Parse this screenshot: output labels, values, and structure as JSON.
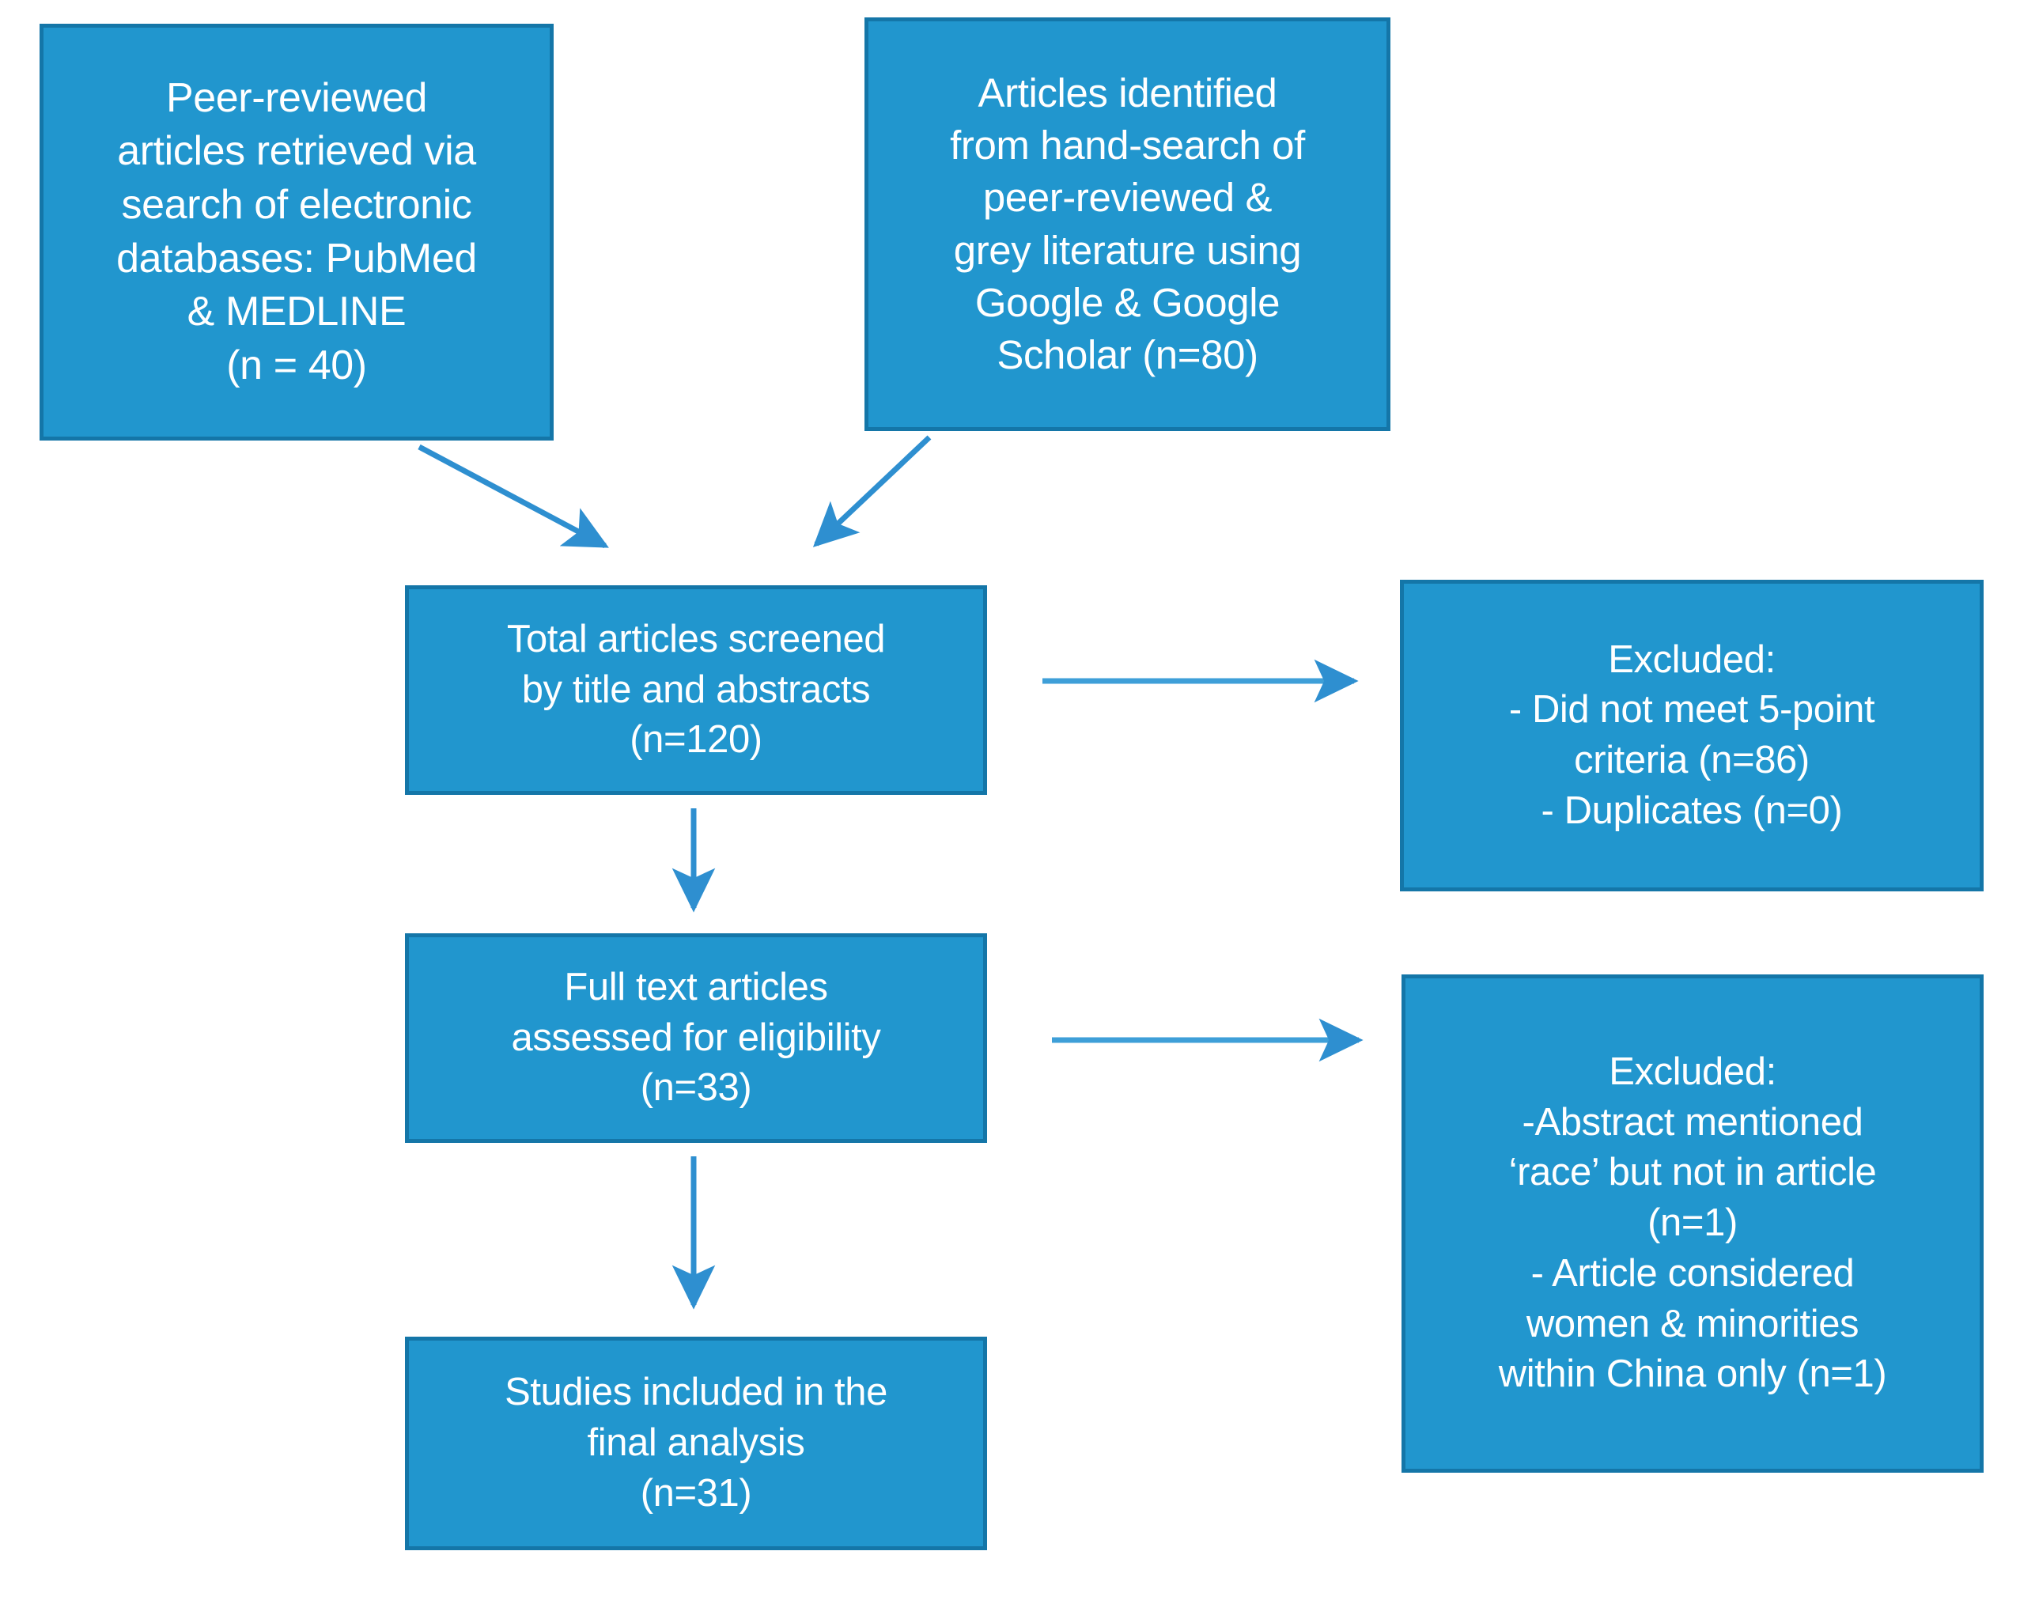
{
  "diagram": {
    "type": "prisma-flow-diagram",
    "colors": {
      "box_fill": "#2196CE",
      "box_border": "#1476A8",
      "text": "#FFFFFF",
      "arrow": "#2E8FD0",
      "background": "#FFFFFF"
    },
    "nodes": {
      "sources_databases": {
        "lines": [
          "Peer-reviewed",
          "articles retrieved via",
          "search of electronic",
          "databases: PubMed",
          "& MEDLINE",
          "(n = 40)"
        ],
        "count": 40
      },
      "sources_handsearch": {
        "lines": [
          "Articles identified",
          "from hand-search of",
          "peer-reviewed &",
          "grey literature using",
          "Google & Google",
          "Scholar (n=80)"
        ],
        "count": 80
      },
      "screened": {
        "lines": [
          "Total articles screened",
          "by title and abstracts",
          "(n=120)"
        ],
        "count": 120
      },
      "excluded_screening": {
        "lines": [
          "Excluded:",
          "- Did not meet 5-point",
          "criteria (n=86)",
          "- Duplicates (n=0)"
        ],
        "criteria_count": 86,
        "duplicates_count": 0
      },
      "fulltext": {
        "lines": [
          "Full text articles",
          "assessed for eligibility",
          "(n=33)"
        ],
        "count": 33
      },
      "excluded_fulltext": {
        "lines": [
          "Excluded:",
          "-Abstract mentioned",
          "‘race’ but not in article",
          "(n=1)",
          "- Article considered",
          "women & minorities",
          "within China only (n=1)"
        ],
        "abstract_race_count": 1,
        "china_only_count": 1
      },
      "included": {
        "lines": [
          "Studies included in the",
          "final analysis",
          "(n=31)"
        ],
        "count": 31
      }
    },
    "edges": [
      {
        "name": "databases-to-screened",
        "from": "sources_databases",
        "to": "screened",
        "style": "diagonal-arrow"
      },
      {
        "name": "handsearch-to-screened",
        "from": "sources_handsearch",
        "to": "screened",
        "style": "diagonal-arrow"
      },
      {
        "name": "screened-to-excluded",
        "from": "screened",
        "to": "excluded_screening",
        "style": "horizontal-arrow"
      },
      {
        "name": "screened-to-fulltext",
        "from": "screened",
        "to": "fulltext",
        "style": "vertical-arrow"
      },
      {
        "name": "fulltext-to-excluded",
        "from": "fulltext",
        "to": "excluded_fulltext",
        "style": "horizontal-arrow"
      },
      {
        "name": "fulltext-to-included",
        "from": "fulltext",
        "to": "included",
        "style": "vertical-arrow"
      }
    ]
  }
}
